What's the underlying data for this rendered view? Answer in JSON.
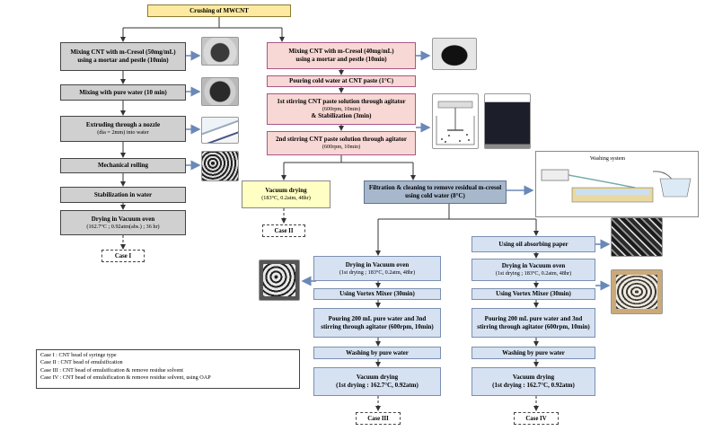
{
  "header": "Crushing of MWCNT",
  "left": {
    "mix": {
      "t": "Mixing CNT with m-Cresol (50mg/mL)",
      "s": "using a mortar and pestle (10min)"
    },
    "water": {
      "t": "Mixing with pure water (10 min)"
    },
    "extrude": {
      "t": "Extruding through a nozzle",
      "s": "(dia = 2mm) into water"
    },
    "roll": {
      "t": "Mechanical rolling"
    },
    "stab": {
      "t": "Stabilization in water"
    },
    "dry": {
      "t": "Drying in Vacuum oven",
      "s": "(162.7°C ; 0.92atm(abs.) ; 36 hr)"
    },
    "case": "Case I"
  },
  "center": {
    "mix": {
      "t": "Mixing CNT with m-Cresol (40mg/mL)",
      "s": "using a mortar and pestle (10min)"
    },
    "pour": {
      "t": "Pouring cold water at CNT paste (1°C)"
    },
    "stir1": {
      "t": "1st stirring CNT paste solution through agitator",
      "s": "(600rpm, 10min)",
      "s2": "& Stabilization (3min)"
    },
    "stir2": {
      "t": "2nd stirring CNT paste solution through agitator",
      "s": "(600rpm, 10min)"
    }
  },
  "case2": {
    "vac": {
      "t": "Vacuum drying",
      "s": "(183°C, 0.2atm, 48hr)"
    },
    "case": "Case II"
  },
  "filtration": {
    "t": "Filtration & cleaning to remove residual m-cresol",
    "s": "using cold water (8°C)"
  },
  "washing_system": "Washing system",
  "case3": {
    "dry": {
      "t": "Drying in Vacuum oven",
      "s": "(1st drying ; 183°C, 0.2atm, 48hr)"
    },
    "vortex": {
      "t": "Using Vortex Mixer (30min)"
    },
    "pour": {
      "t": "Pouring 200 mL pure water and 3nd",
      "s": "stirring through agitator (600rpm, 10min)"
    },
    "wash": {
      "t": "Washing by pure water"
    },
    "vac": {
      "t": "Vacuum drying",
      "s": "(1st drying : 162.7°C, 0.92atm)"
    },
    "case": "Case III"
  },
  "case4": {
    "oil": {
      "t": "Using oil absorbing paper"
    },
    "dry": {
      "t": "Drying in Vacuum oven",
      "s": "(1st drying ; 183°C, 0.2atm, 48hr)"
    },
    "vortex": {
      "t": "Using Vortex Mixer (30min)"
    },
    "pour": {
      "t": "Pouring 200 mL pure water and 3nd",
      "s": "stirring through agitator (600rpm, 10min)"
    },
    "wash": {
      "t": "Washing by pure water"
    },
    "vac": {
      "t": "Vacuum drying",
      "s": "(1st drying : 162.7°C, 0.92atm)"
    },
    "case": "Case IV"
  },
  "legend": [
    "Case I : CNT bead of syringe type",
    "Case II : CNT bead of emulsification",
    "Case III : CNT bead of emulsification & remove residue solvent",
    "Case IV : CNT bead of emulsification & remove residue solvent, using OAP"
  ],
  "colors": {
    "gray": "#d0d0d0",
    "pink": "#f8d8d4",
    "yellow": "#ffffc4",
    "blue": "#d6e2f2",
    "steel": "#a8b8cc",
    "header": "#fdeaa0"
  }
}
